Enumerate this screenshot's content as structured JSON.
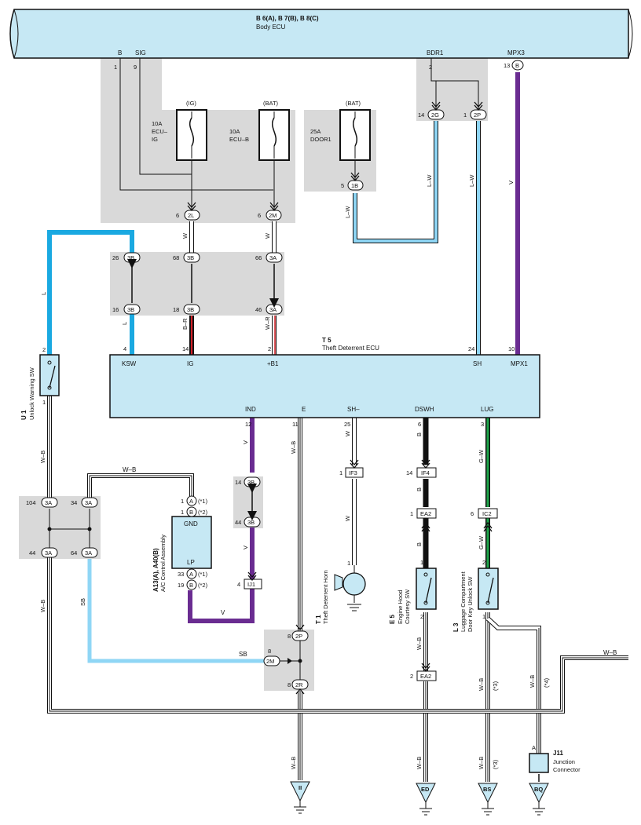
{
  "body_ecu": {
    "id": "B 6(A), B 7(B), B 8(C)",
    "name": "Body ECU",
    "pins": {
      "b": "B",
      "sig": "SIG",
      "bdr1": "BDR1",
      "mpx3": "MPX3"
    },
    "pin_numbers": {
      "b": "1",
      "sig": "9",
      "bdr1": "2",
      "mpx3": "13"
    },
    "mpx3_tag": "B"
  },
  "fuses": [
    {
      "rating": "10A",
      "name_line1": "ECU–",
      "name_line2": "IG",
      "supply": "(IG)",
      "pin": "6",
      "tag": "2L"
    },
    {
      "rating": "10A",
      "name_line1": "ECU–B",
      "name_line2": "",
      "supply": "(BAT)",
      "pin": "6",
      "tag": "2M"
    },
    {
      "rating": "25A",
      "name_line1": "DOOR1",
      "name_line2": "",
      "supply": "(BAT)",
      "pin": "5",
      "tag": "1B"
    }
  ],
  "connectors": {
    "bdr_2g": {
      "pin": "14",
      "tag": "2G"
    },
    "bdr_2p": {
      "pin": "1",
      "tag": "2P"
    },
    "j3b_26": {
      "pin": "26",
      "tag": "3B"
    },
    "j3b_68": {
      "pin": "68",
      "tag": "3B"
    },
    "j3a_66": {
      "pin": "66",
      "tag": "3A"
    },
    "j3b_16": {
      "pin": "16",
      "tag": "3B"
    },
    "j3b_18": {
      "pin": "18",
      "tag": "3B"
    },
    "j3a_46": {
      "pin": "46",
      "tag": "3A"
    },
    "j3b_14": {
      "pin": "14",
      "tag": "3B"
    },
    "j3b_44": {
      "pin": "44",
      "tag": "3B"
    },
    "j3a_104": {
      "pin": "104",
      "tag": "3A"
    },
    "j3a_34": {
      "pin": "34",
      "tag": "3A"
    },
    "j3a_44": {
      "pin": "44",
      "tag": "3A"
    },
    "j3a_64": {
      "pin": "64",
      "tag": "3A"
    },
    "j2p_8": {
      "pin": "8",
      "tag": "2P"
    },
    "j2m_8": {
      "pin": "8",
      "tag": "2M"
    },
    "j2r_8": {
      "pin": "8",
      "tag": "2R"
    },
    "ij1": {
      "pin": "4",
      "tag": "IJ1"
    },
    "if3": {
      "pin": "1",
      "tag": "IF3"
    },
    "if4": {
      "pin": "14",
      "tag": "IF4"
    },
    "ea2_top": {
      "pin": "1",
      "tag": "EA2"
    },
    "ic2": {
      "pin": "6",
      "tag": "IC2"
    },
    "ea2_bot": {
      "pin": "2",
      "tag": "EA2"
    },
    "ac_a": {
      "pin": "1",
      "tag": "A",
      "note": "(*1)"
    },
    "ac_b_top": {
      "pin": "1",
      "tag": "B",
      "note": "(*2)"
    },
    "ac_a_bot": {
      "pin": "33",
      "tag": "A",
      "note": "(*1)"
    },
    "ac_b_bot": {
      "pin": "19",
      "tag": "B",
      "note": "(*2)"
    }
  },
  "theft_ecu": {
    "id": "T 5",
    "name": "Theft Deterrent ECU",
    "top_pins": [
      {
        "num": "4",
        "name": "KSW"
      },
      {
        "num": "14",
        "name": "IG"
      },
      {
        "num": "2",
        "name": "+B1"
      },
      {
        "num": "24",
        "name": "SH"
      },
      {
        "num": "10",
        "name": "MPX1"
      }
    ],
    "bottom_pins": [
      {
        "num": "12",
        "name": "IND"
      },
      {
        "num": "11",
        "name": "E"
      },
      {
        "num": "25",
        "name": "SH–"
      },
      {
        "num": "6",
        "name": "DSWH"
      },
      {
        "num": "3",
        "name": "LUG"
      }
    ]
  },
  "unlock_sw": {
    "id": "U 1",
    "name": "Unlock Warning SW",
    "pin_top": "2",
    "pin_bottom": "1"
  },
  "ac_assembly": {
    "id": "A13(A), A40(B)",
    "name": "A/C Control Assembly",
    "gnd": "GND",
    "lp": "LP"
  },
  "horn": {
    "id": "T 1",
    "name": "Theft Deterrent Horn",
    "pin": "1"
  },
  "hood_sw": {
    "id": "E 5",
    "name_line1": "Engine Hood",
    "name_line2": "Courtesy SW",
    "pin_top": "1",
    "pin_bottom": "2"
  },
  "lug_sw": {
    "id": "L 3",
    "name_line1": "Luggage Compartment",
    "name_line2": "Door Key Unlock SW",
    "pin_top": "2",
    "pin_bottom": "1"
  },
  "junction": {
    "id": "J11",
    "name_line1": "Junction",
    "name_line2": "Connector",
    "pin": "A"
  },
  "grounds": [
    "II",
    "ED",
    "BS",
    "BQ"
  ],
  "wire_labels": {
    "w": "W",
    "l": "L",
    "b": "B",
    "v": "V",
    "br": "B–R",
    "wr": "W–R",
    "lw": "L–W",
    "wb": "W–B",
    "sb": "SB",
    "gw": "G–W",
    "star3": "(*3)",
    "star4": "(*4)"
  },
  "colors": {
    "ecu_fill": "#c6e8f4",
    "shade": "#d9d9d9",
    "blue": "#1aa9e1",
    "lightblue": "#8fd6f5",
    "purple": "#6a2c91",
    "green": "#1ea54a",
    "red": "#d32027",
    "black": "#111111"
  }
}
